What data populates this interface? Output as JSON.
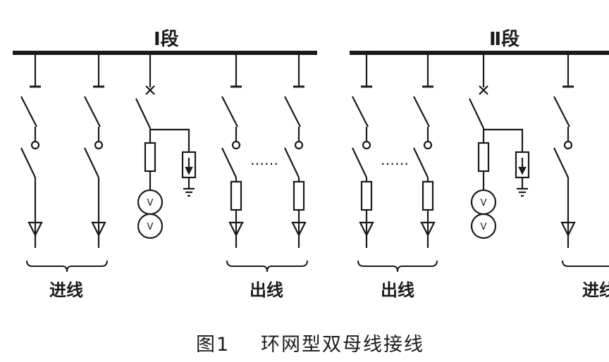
{
  "sections": {
    "left": "Ⅰ段",
    "right": "Ⅱ段"
  },
  "groups": {
    "left_incoming": "进线",
    "left_outgoing": "出线",
    "right_outgoing": "出线",
    "right_incoming_partial": "进线"
  },
  "dots_label": "……",
  "vt_symbol": "V",
  "caption": {
    "fig": "图1",
    "title": "环网型双母线接线"
  }
}
